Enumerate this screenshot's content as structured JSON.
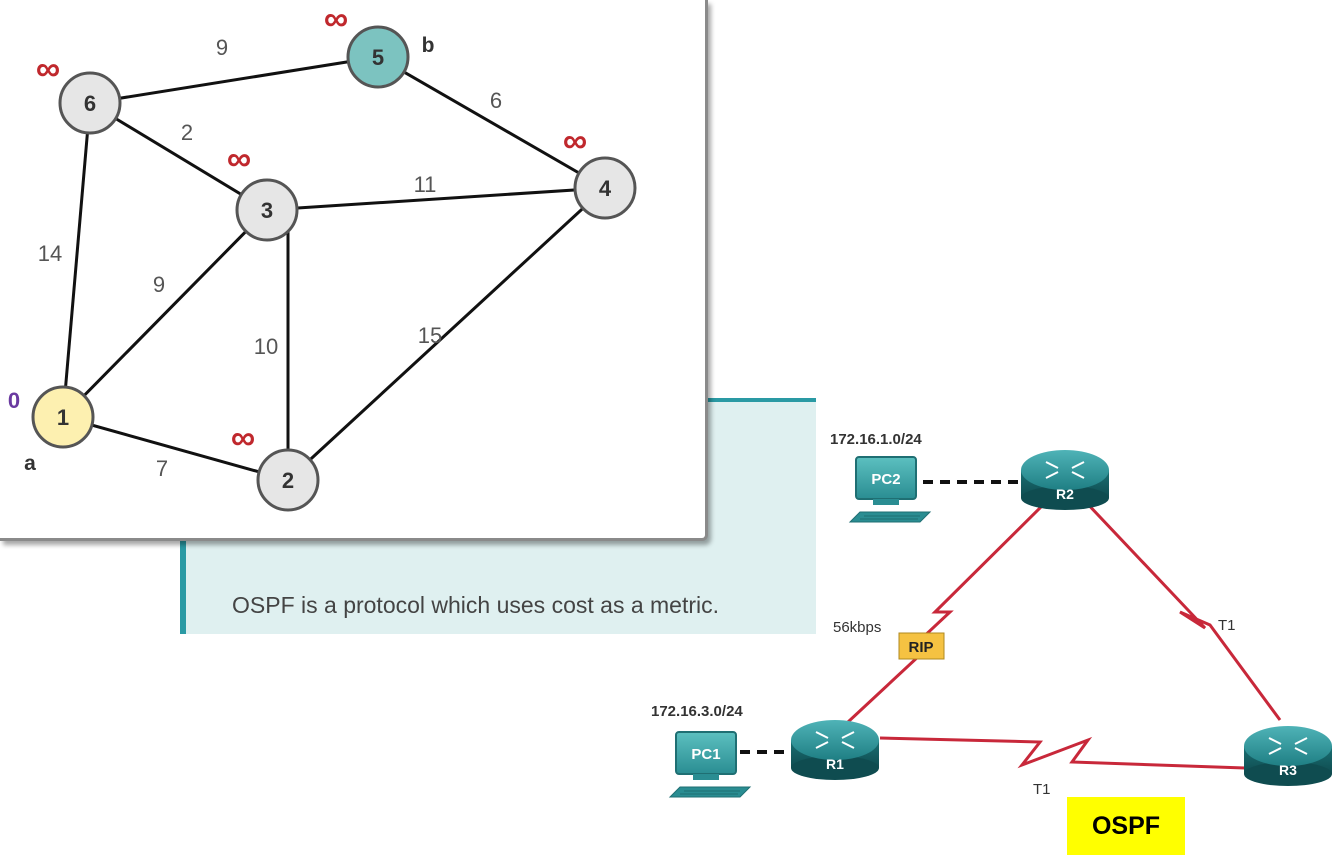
{
  "caption": "OSPF is a protocol which uses cost as a metric.",
  "graph": {
    "source_value": "0",
    "infinity_symbol": "∞",
    "source_label": "a",
    "target_label": "b",
    "nodes": [
      {
        "id": "1",
        "role": "source",
        "fill": "#fdf0b0"
      },
      {
        "id": "2",
        "role": "normal",
        "fill": "#e6e6e6"
      },
      {
        "id": "3",
        "role": "normal",
        "fill": "#e6e6e6"
      },
      {
        "id": "4",
        "role": "normal",
        "fill": "#e6e6e6"
      },
      {
        "id": "5",
        "role": "target",
        "fill": "#7cc3c0"
      },
      {
        "id": "6",
        "role": "normal",
        "fill": "#e6e6e6"
      }
    ],
    "edges": [
      {
        "from": "6",
        "to": "5",
        "weight": "9"
      },
      {
        "from": "5",
        "to": "4",
        "weight": "6"
      },
      {
        "from": "6",
        "to": "3",
        "weight": "2"
      },
      {
        "from": "3",
        "to": "4",
        "weight": "11"
      },
      {
        "from": "6",
        "to": "1",
        "weight": "14"
      },
      {
        "from": "1",
        "to": "3",
        "weight": "9"
      },
      {
        "from": "3",
        "to": "2",
        "weight": "10"
      },
      {
        "from": "2",
        "to": "4",
        "weight": "15"
      },
      {
        "from": "1",
        "to": "2",
        "weight": "7"
      }
    ],
    "colors": {
      "infinity": "#c0282d",
      "source_value": "#6a3aa0",
      "edge": "#111111",
      "weight": "#555555"
    }
  },
  "network": {
    "title": "OSPF",
    "routers": [
      "R1",
      "R2",
      "R3"
    ],
    "pcs": [
      "PC1",
      "PC2"
    ],
    "networks": [
      "172.16.3.0/24",
      "172.16.1.0/24"
    ],
    "links": [
      {
        "from": "R1",
        "to": "R2",
        "label": "56kbps",
        "tag": "RIP"
      },
      {
        "from": "R2",
        "to": "R3",
        "label": "T1"
      },
      {
        "from": "R1",
        "to": "R3",
        "label": "T1"
      }
    ],
    "colors": {
      "serial_link": "#c8283a",
      "router": "#1f7f84",
      "rip_tag": "#f5c242"
    }
  }
}
